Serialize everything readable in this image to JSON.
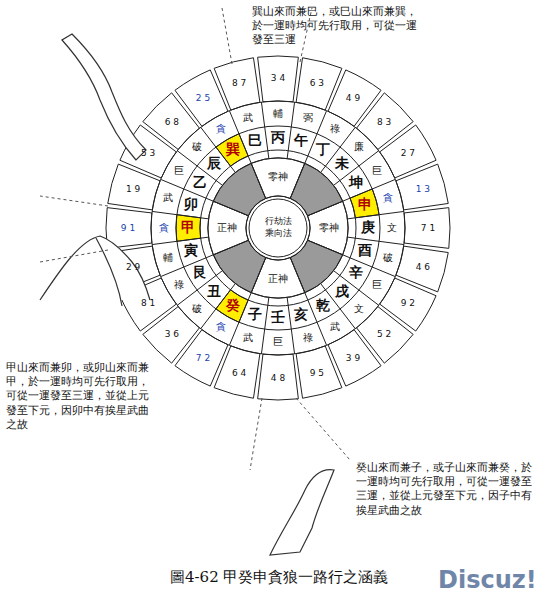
{
  "diagram": {
    "caption": "圖4-62 甲癸申貪狼一路行之涵義",
    "nodes": [
      {
        "text": [
          "行劫法",
          "乘向法"
        ]
      },
      {
        "text": [
          "壬"
        ]
      },
      {
        "text": [
          "子"
        ]
      },
      {
        "text": [
          "癸"
        ]
      },
      {
        "text": [
          "丑"
        ]
      },
      {
        "text": [
          "艮"
        ]
      },
      {
        "text": [
          "寅"
        ]
      },
      {
        "text": [
          "甲"
        ]
      },
      {
        "text": [
          "卯"
        ]
      },
      {
        "text": [
          "乙"
        ]
      },
      {
        "text": [
          "辰"
        ]
      },
      {
        "text": [
          "巽"
        ]
      },
      {
        "text": [
          "巳"
        ]
      },
      {
        "text": [
          "丙"
        ]
      },
      {
        "text": [
          "午"
        ]
      },
      {
        "text": [
          "丁"
        ]
      },
      {
        "text": [
          "未"
        ]
      },
      {
        "text": [
          "坤"
        ]
      },
      {
        "text": [
          "申"
        ]
      },
      {
        "text": [
          "庚"
        ]
      },
      {
        "text": [
          "酉"
        ]
      },
      {
        "text": [
          "辛"
        ]
      },
      {
        "text": [
          "戌"
        ]
      },
      {
        "text": [
          "乾"
        ]
      },
      {
        "text": [
          "亥"
        ]
      }
    ],
    "labels": [
      "巽山來而兼巳，或巳山來而兼巽，於一運時均可先行取用，可從一運發至三運",
      "甲山來而兼卯，或卯山來而兼甲，於一運時均可先行取用，可從一運發至三運，並從上元發至下元，因卯中有挨星武曲之故",
      "癸山來而兼子，或子山來而兼癸，於一運時均可先行取用，可從一運發至三運，並從上元發至下元，因子中有挨星武曲之故",
      "Discuz!",
      "零神",
      "正神",
      "正神",
      "零神",
      "巨",
      "武",
      "貪",
      "破",
      "祿",
      "輔",
      "貪",
      "武",
      "巨",
      "破",
      "貪",
      "武",
      "輔",
      "弼",
      "祿",
      "廉",
      "巨",
      "貪",
      "文",
      "破",
      "巨",
      "文",
      "武",
      "祿",
      "4 8",
      "6 4",
      "7 2",
      "3 6",
      "8 1",
      "2 9",
      "9 1",
      "1 9",
      "5 3",
      "6 8",
      "2 5",
      "8 7",
      "3 4",
      "6 3",
      "4 9",
      "8 3",
      "2 7",
      "1 3",
      "7 1",
      "4 6",
      "9 2",
      "5 2",
      "3 9",
      "9 5"
    ]
  }
}
